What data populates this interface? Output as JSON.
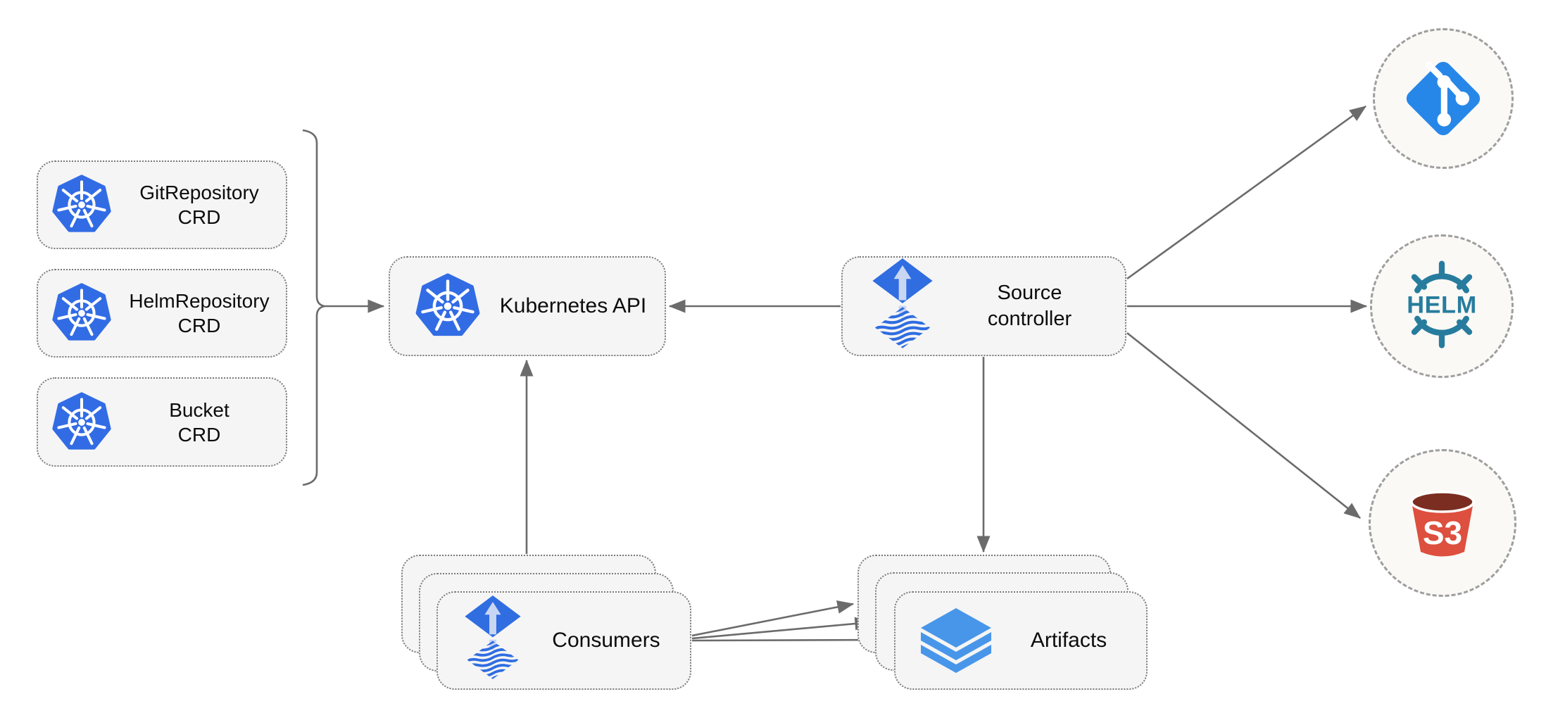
{
  "crd_boxes": [
    {
      "line1": "GitRepository",
      "line2": "CRD",
      "icon": "kubernetes-icon"
    },
    {
      "line1": "HelmRepository",
      "line2": "CRD",
      "icon": "kubernetes-icon"
    },
    {
      "line1": "Bucket",
      "line2": "CRD",
      "icon": "kubernetes-icon"
    }
  ],
  "kubernetes_api": {
    "label": "Kubernetes API",
    "icon": "kubernetes-icon"
  },
  "source_controller": {
    "line1": "Source",
    "line2": "controller",
    "icon": "flux-icon"
  },
  "consumers": {
    "label": "Consumers",
    "icon": "flux-icon"
  },
  "artifacts": {
    "label": "Artifacts",
    "icon": "layers-icon"
  },
  "external_sources": [
    {
      "name": "git",
      "icon": "git-icon"
    },
    {
      "name": "helm",
      "icon": "helm-icon",
      "text": "HELM"
    },
    {
      "name": "s3",
      "icon": "s3-bucket-icon",
      "text": "S3"
    }
  ],
  "colors": {
    "kubernetes_blue": "#326CE5",
    "flux_blue": "#2F6DE1",
    "flux_arrow_light": "#C9D6F3",
    "artifacts_blue": "#4896EA",
    "git_blue": "#2787E8",
    "helm_teal": "#277C9E",
    "s3_red": "#DD4F3E",
    "s3_dark_red": "#7B2D21",
    "box_fill": "#F5F5F5",
    "circle_fill": "#FAF9F6",
    "line_gray": "#6B6B6B"
  }
}
